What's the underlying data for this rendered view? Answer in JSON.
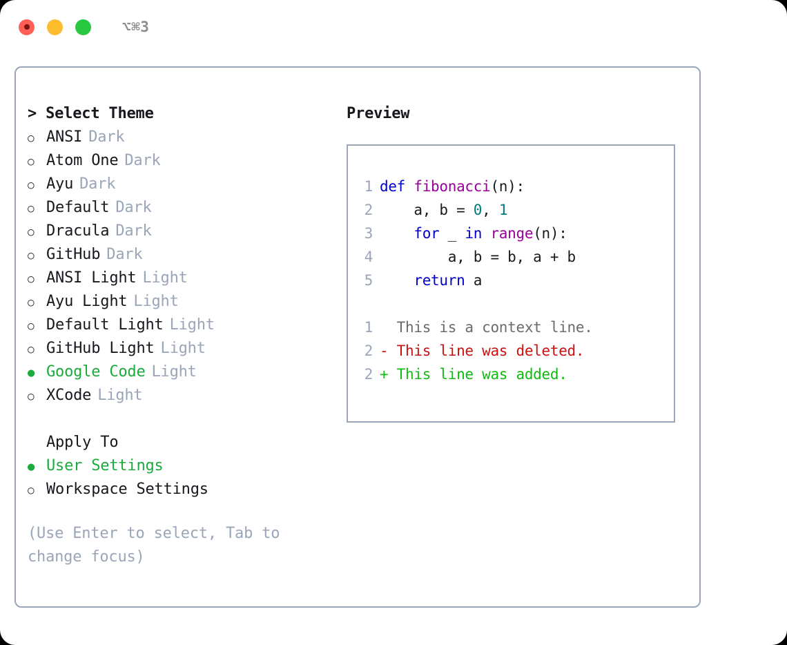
{
  "window": {
    "shortcut": "⌥⌘3",
    "traffic_lights": [
      "close",
      "minimize",
      "maximize"
    ]
  },
  "theme_list": {
    "header": "> Select Theme",
    "items": [
      {
        "label": "ANSI",
        "badge": "Dark",
        "selected": false
      },
      {
        "label": "Atom One",
        "badge": "Dark",
        "selected": false
      },
      {
        "label": "Ayu",
        "badge": "Dark",
        "selected": false
      },
      {
        "label": "Default",
        "badge": "Dark",
        "selected": false
      },
      {
        "label": "Dracula",
        "badge": "Dark",
        "selected": false
      },
      {
        "label": "GitHub",
        "badge": "Dark",
        "selected": false
      },
      {
        "label": "ANSI Light",
        "badge": "Light",
        "selected": false
      },
      {
        "label": "Ayu Light",
        "badge": "Light",
        "selected": false
      },
      {
        "label": "Default Light",
        "badge": "Light",
        "selected": false
      },
      {
        "label": "GitHub Light",
        "badge": "Light",
        "selected": false
      },
      {
        "label": "Google Code",
        "badge": "Light",
        "selected": true
      },
      {
        "label": "XCode",
        "badge": "Light",
        "selected": false
      }
    ],
    "bullet_unselected": "○",
    "bullet_selected": "●"
  },
  "apply_to": {
    "header": "Apply To",
    "items": [
      {
        "label": "User Settings",
        "selected": true
      },
      {
        "label": "Workspace Settings",
        "selected": false
      }
    ]
  },
  "hint": "(Use Enter to select, Tab to change focus)",
  "preview": {
    "title": "Preview",
    "code_lines": [
      {
        "no": "1",
        "tokens": [
          {
            "t": "def ",
            "c": "t-kw"
          },
          {
            "t": "fibonacci",
            "c": "t-fn"
          },
          {
            "t": "(n):",
            "c": "t-punc"
          }
        ]
      },
      {
        "no": "2",
        "tokens": [
          {
            "t": "    a, b = ",
            "c": "t-plain"
          },
          {
            "t": "0",
            "c": "t-num"
          },
          {
            "t": ", ",
            "c": "t-plain"
          },
          {
            "t": "1",
            "c": "t-num"
          }
        ]
      },
      {
        "no": "3",
        "tokens": [
          {
            "t": "    ",
            "c": "t-plain"
          },
          {
            "t": "for",
            "c": "t-kw"
          },
          {
            "t": " _ ",
            "c": "t-plain"
          },
          {
            "t": "in",
            "c": "t-kw"
          },
          {
            "t": " ",
            "c": "t-plain"
          },
          {
            "t": "range",
            "c": "t-fn"
          },
          {
            "t": "(n):",
            "c": "t-punc"
          }
        ]
      },
      {
        "no": "4",
        "tokens": [
          {
            "t": "        a, b = b, a + b",
            "c": "t-plain"
          }
        ]
      },
      {
        "no": "5",
        "tokens": [
          {
            "t": "    ",
            "c": "t-plain"
          },
          {
            "t": "return",
            "c": "t-kw"
          },
          {
            "t": " a",
            "c": "t-plain"
          }
        ]
      }
    ],
    "diff_lines": [
      {
        "no": "1",
        "text": "  This is a context line.",
        "cls": "d-ctx"
      },
      {
        "no": "2",
        "text": "- This line was deleted.",
        "cls": "d-del"
      },
      {
        "no": "2",
        "text": "+ This line was added.",
        "cls": "d-add"
      }
    ]
  },
  "colors": {
    "accent_green": "#1aab3c",
    "muted_slate": "#9aa6b8",
    "border": "#9aa6b8",
    "keyword_blue": "#0000cc",
    "function_purple": "#990099",
    "number_teal": "#007a7a",
    "diff_deleted": "#cc1111",
    "diff_added": "#11bb11",
    "diff_context": "#6b6b6b"
  }
}
